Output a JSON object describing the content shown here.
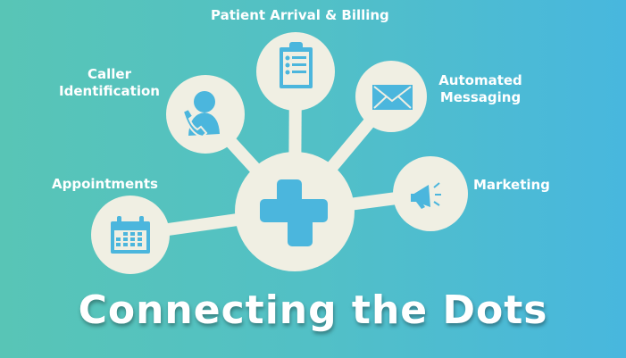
{
  "title": "Connecting the Dots",
  "hub": {
    "icon": "medical-cross-icon"
  },
  "nodes": [
    {
      "label": "Appointments",
      "icon": "calendar-icon"
    },
    {
      "label": "Caller Identification",
      "line1": "Caller",
      "line2": "Identification",
      "icon": "caller-id-icon"
    },
    {
      "label": "Patient Arrival & Billing",
      "icon": "clipboard-icon"
    },
    {
      "label": "Automated Messaging",
      "line1": "Automated",
      "line2": "Messaging",
      "icon": "envelope-icon"
    },
    {
      "label": "Marketing",
      "icon": "megaphone-icon"
    }
  ],
  "colors": {
    "circle": "#f0efe3",
    "icon": "#4bb6dd",
    "text": "#ffffff"
  }
}
